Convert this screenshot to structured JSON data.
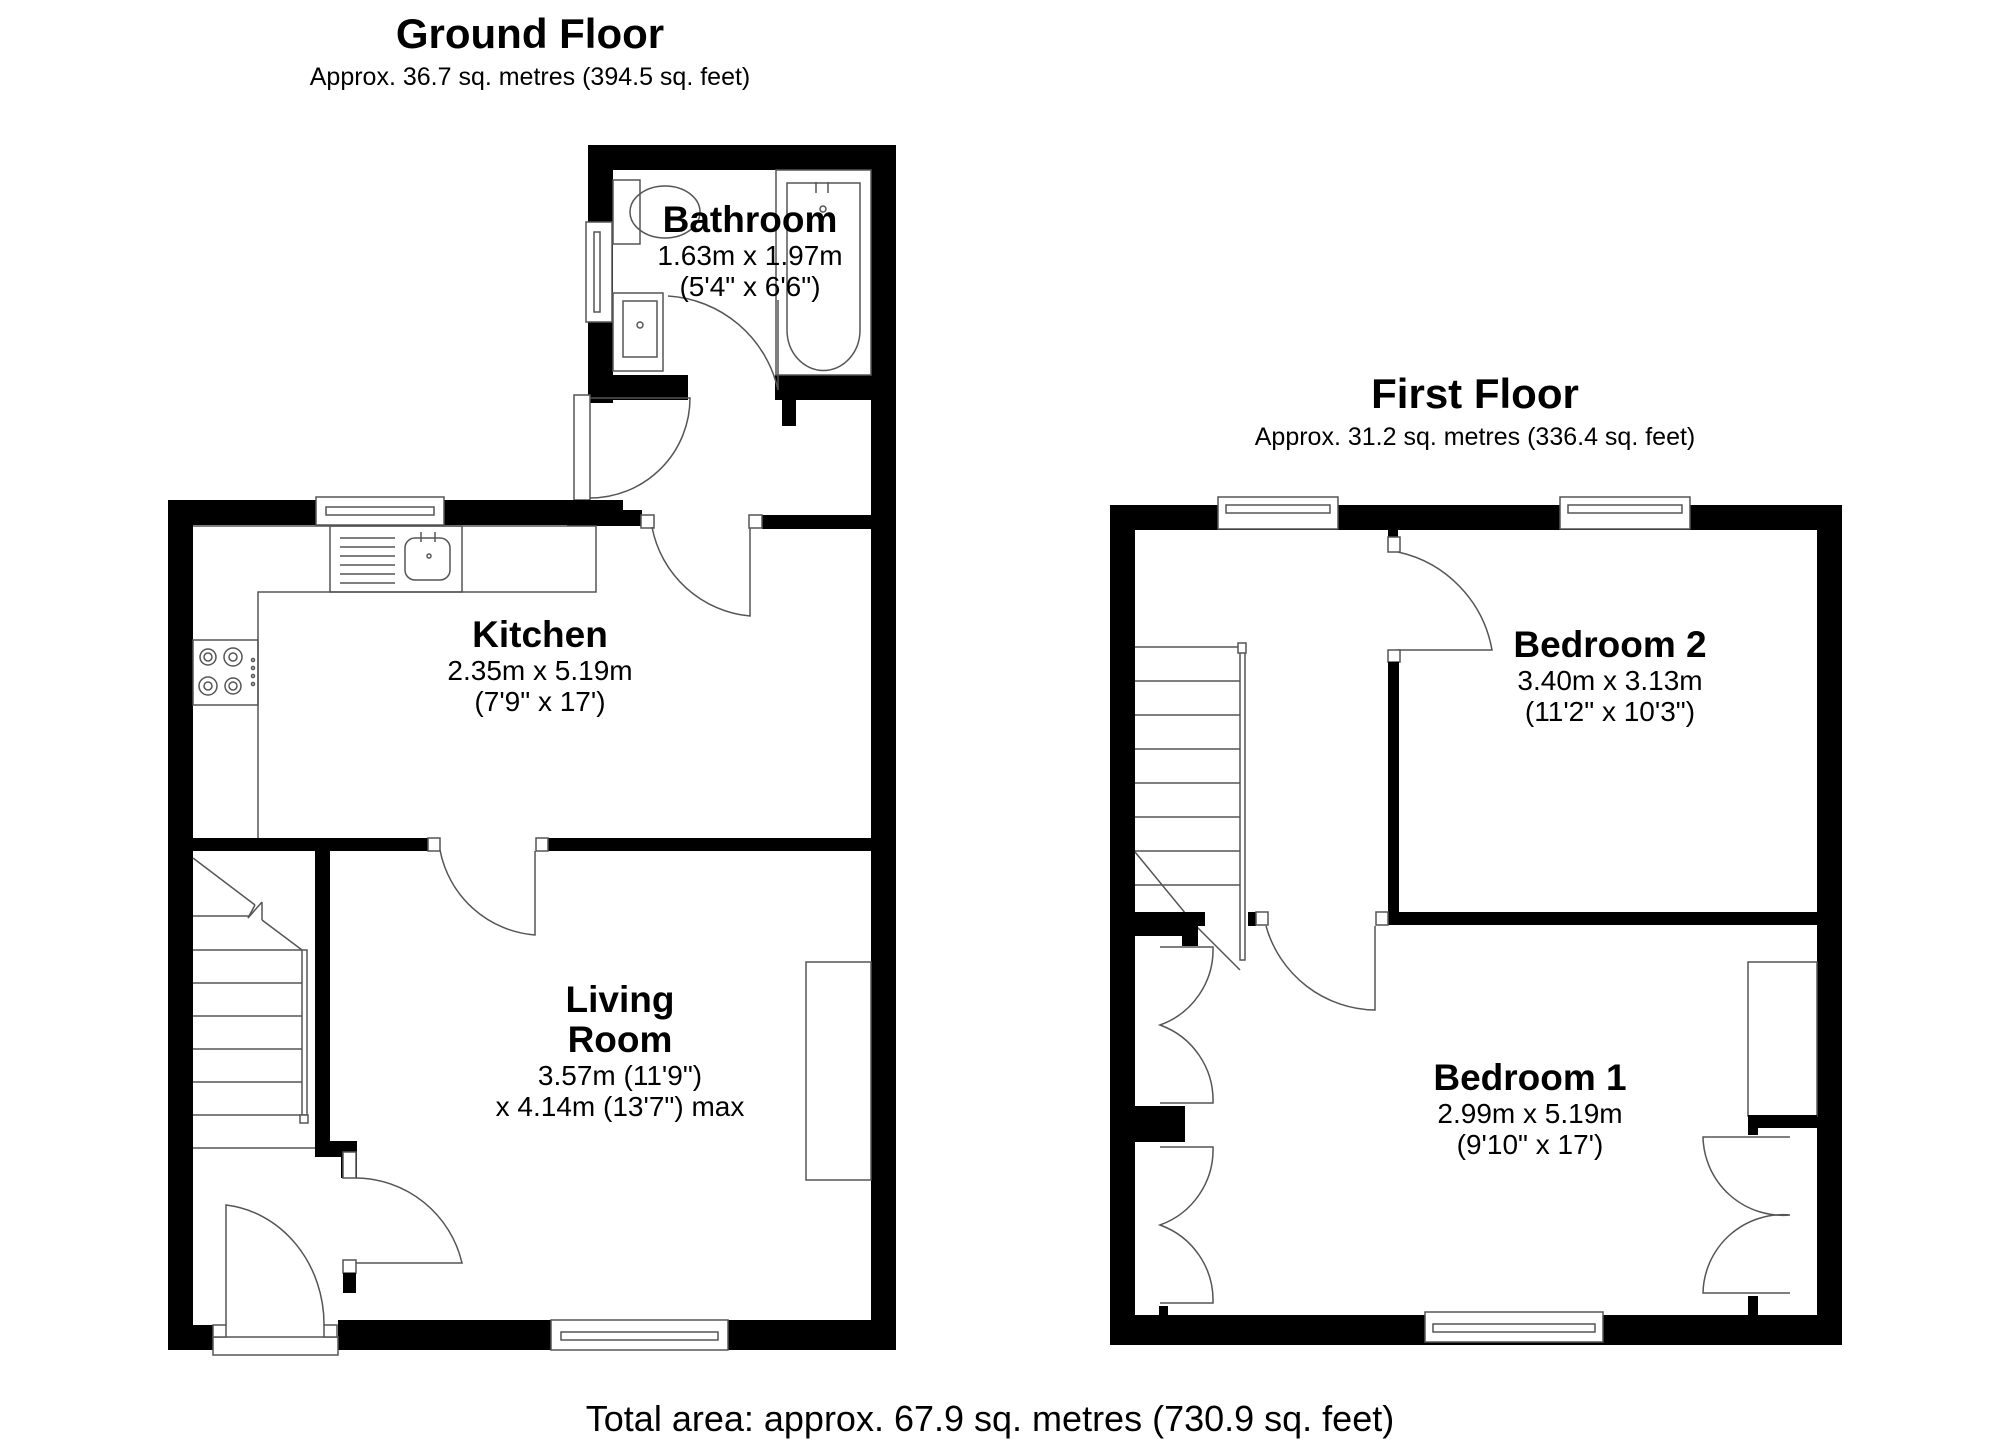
{
  "ground_floor": {
    "title": "Ground Floor",
    "area": "Approx. 36.7 sq. metres (394.5 sq. feet)",
    "rooms": {
      "bathroom": {
        "name": "Bathroom",
        "dim_metric": "1.63m x 1.97m",
        "dim_imperial": "(5'4\" x 6'6\")"
      },
      "kitchen": {
        "name": "Kitchen",
        "dim_metric": "2.35m x 5.19m",
        "dim_imperial": "(7'9\" x 17')"
      },
      "living_room": {
        "name_line1": "Living",
        "name_line2": "Room",
        "dim_line1": "3.57m (11'9\")",
        "dim_line2": "x 4.14m (13'7\") max"
      }
    }
  },
  "first_floor": {
    "title": "First Floor",
    "area": "Approx. 31.2 sq. metres (336.4 sq. feet)",
    "rooms": {
      "bedroom_2": {
        "name": "Bedroom 2",
        "dim_metric": "3.40m x 3.13m",
        "dim_imperial": "(11'2\" x 10'3\")"
      },
      "bedroom_1": {
        "name": "Bedroom 1",
        "dim_metric": "2.99m x 5.19m",
        "dim_imperial": "(9'10\" x 17')"
      }
    }
  },
  "total_area": "Total area: approx. 67.9 sq. metres (730.9 sq. feet)",
  "colors": {
    "wall": "#000000",
    "background": "#ffffff",
    "fixture_line": "#555555"
  }
}
